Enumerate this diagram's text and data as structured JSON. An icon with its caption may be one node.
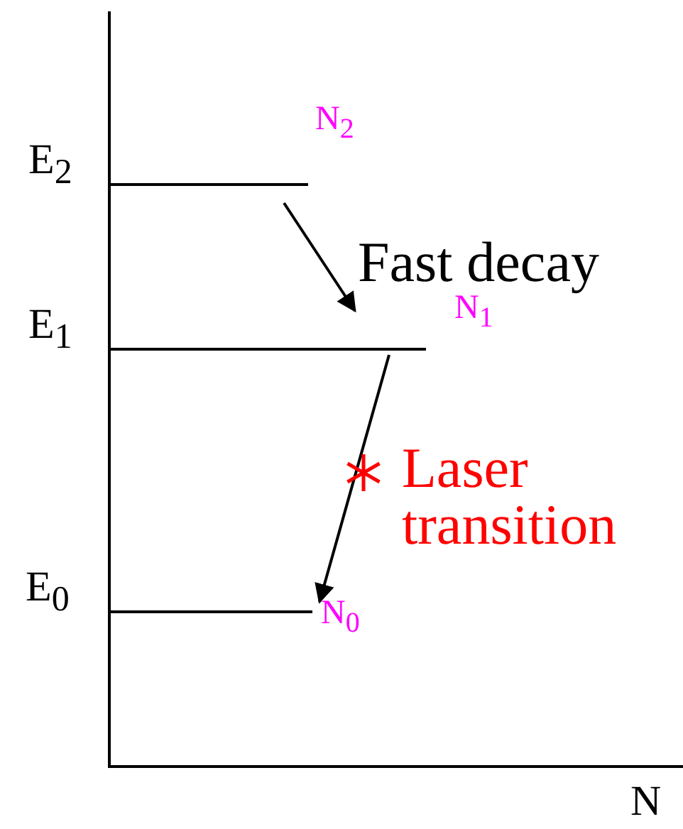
{
  "diagram": {
    "nodes": [
      {
        "text": [
          "E$_{2}$"
        ],
        "beside": [
          "N$_{2}$"
        ]
      },
      {
        "text": [
          "E$_{1}$"
        ],
        "beside": [
          "N$_{1}$"
        ]
      },
      {
        "text": [
          "E$_{0}$"
        ],
        "beside": [
          "N$_{0}$"
        ]
      }
    ],
    "edges": [
      {
        "from": 0,
        "to": 1,
        "arrow": "to",
        "label": "Fast decay"
      },
      {
        "from": 1,
        "to": 2,
        "arrow": "to",
        "label": "Laser transition"
      }
    ],
    "labels": [
      "N"
    ]
  }
}
